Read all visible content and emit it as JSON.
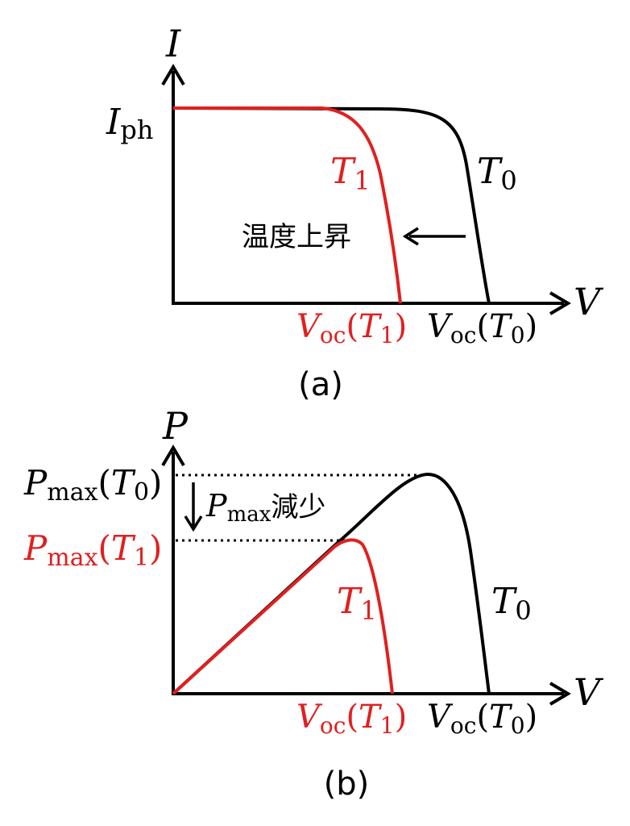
{
  "colors": {
    "t0": "#000000",
    "t1": "#e02020"
  },
  "panel_a": {
    "caption": "(a)",
    "y_axis": "I",
    "x_axis": "V",
    "iph": {
      "main": "I",
      "sub": "ph"
    },
    "curve_t0": {
      "main": "T",
      "sub": "0"
    },
    "curve_t1": {
      "main": "T",
      "sub": "1"
    },
    "annotation": "温度上昇",
    "voc_t1": {
      "main": "V",
      "sub": "oc",
      "paren_open": "(",
      "arg_main": "T",
      "arg_sub": "1",
      "paren_close": ")"
    },
    "voc_t0": {
      "main": "V",
      "sub": "oc",
      "paren_open": "(",
      "arg_main": "T",
      "arg_sub": "0",
      "paren_close": ")"
    }
  },
  "panel_b": {
    "caption": "(b)",
    "y_axis": "P",
    "x_axis": "V",
    "pmax_t0": {
      "main": "P",
      "sub": "max",
      "paren_open": "(",
      "arg_main": "T",
      "arg_sub": "0",
      "paren_close": ")"
    },
    "pmax_t1": {
      "main": "P",
      "sub": "max",
      "paren_open": "(",
      "arg_main": "T",
      "arg_sub": "1",
      "paren_close": ")"
    },
    "annotation": {
      "main": "P",
      "sub": "max",
      "suffix": "減少"
    },
    "curve_t0": {
      "main": "T",
      "sub": "0"
    },
    "curve_t1": {
      "main": "T",
      "sub": "1"
    },
    "voc_t1": {
      "main": "V",
      "sub": "oc",
      "paren_open": "(",
      "arg_main": "T",
      "arg_sub": "1",
      "paren_close": ")"
    },
    "voc_t0": {
      "main": "V",
      "sub": "oc",
      "paren_open": "(",
      "arg_main": "T",
      "arg_sub": "0",
      "paren_close": ")"
    }
  }
}
